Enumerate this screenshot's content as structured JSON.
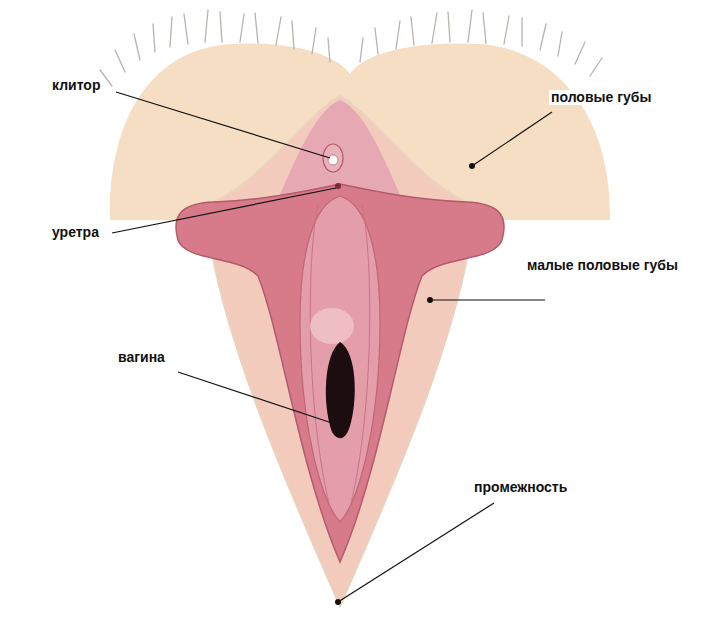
{
  "diagram": {
    "labels": [
      "клитор",
      "половые губы",
      "уретра",
      "малые половые губы",
      "вагина",
      "промежность"
    ]
  }
}
